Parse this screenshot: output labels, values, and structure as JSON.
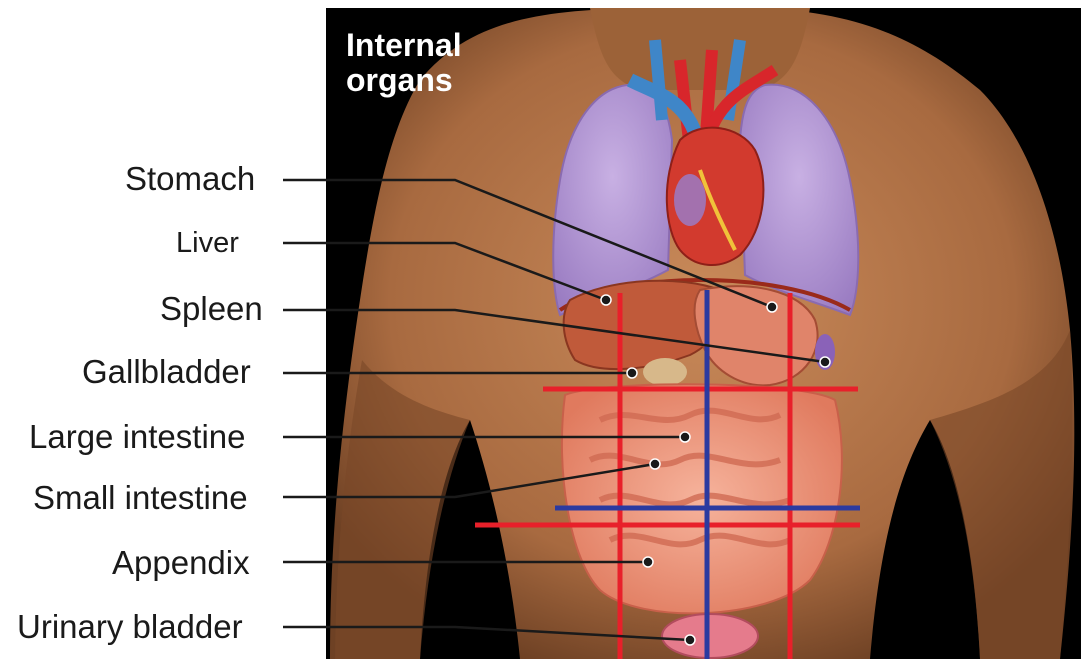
{
  "figure": {
    "title_lines": [
      "Internal",
      "organs"
    ],
    "labels": {
      "stomach": "Stomach",
      "liver": "Liver",
      "spleen": "Spleen",
      "gallbladder": "Gallbladder",
      "large_intestine": "Large intestine",
      "small_intestine": "Small intestine",
      "appendix": "Appendix",
      "urinary_bladder": "Urinary bladder"
    }
  },
  "colors": {
    "background": "#000000",
    "skin": "#b5754a",
    "lung": "#b79bd6",
    "heart": "#d23a2e",
    "artery": "#d8262b",
    "vein": "#3f86c8",
    "liver": "#c05a3a",
    "intestine": "#f19a80",
    "bladder": "#e57b8c",
    "quadrant_red": "#e8202a",
    "quadrant_blue": "#2b3aa0",
    "leader_line": "#1a1a1a"
  }
}
